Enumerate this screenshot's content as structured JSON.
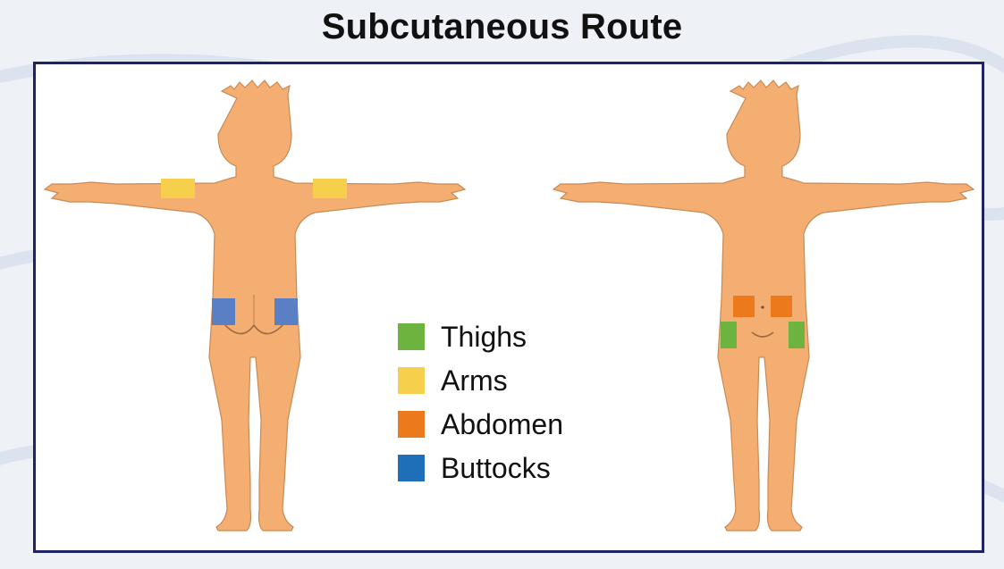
{
  "title": "Subcutaneous Route",
  "colors": {
    "skin": "#f4ae72",
    "panel_border": "#1f2366",
    "thighs": "#6db33f",
    "arms": "#f6d04d",
    "abdomen": "#ec7a1c",
    "buttocks": "#5a7fc4"
  },
  "figures": {
    "back_view": {
      "sites": [
        "arms",
        "buttocks"
      ]
    },
    "front_view": {
      "sites": [
        "abdomen",
        "thighs"
      ]
    }
  },
  "legend": [
    {
      "label": "Thighs",
      "color": "#6db33f"
    },
    {
      "label": "Arms",
      "color": "#f6d04d"
    },
    {
      "label": "Abdomen",
      "color": "#ec7a1c"
    },
    {
      "label": "Buttocks",
      "color": "#1f6fb8"
    }
  ]
}
